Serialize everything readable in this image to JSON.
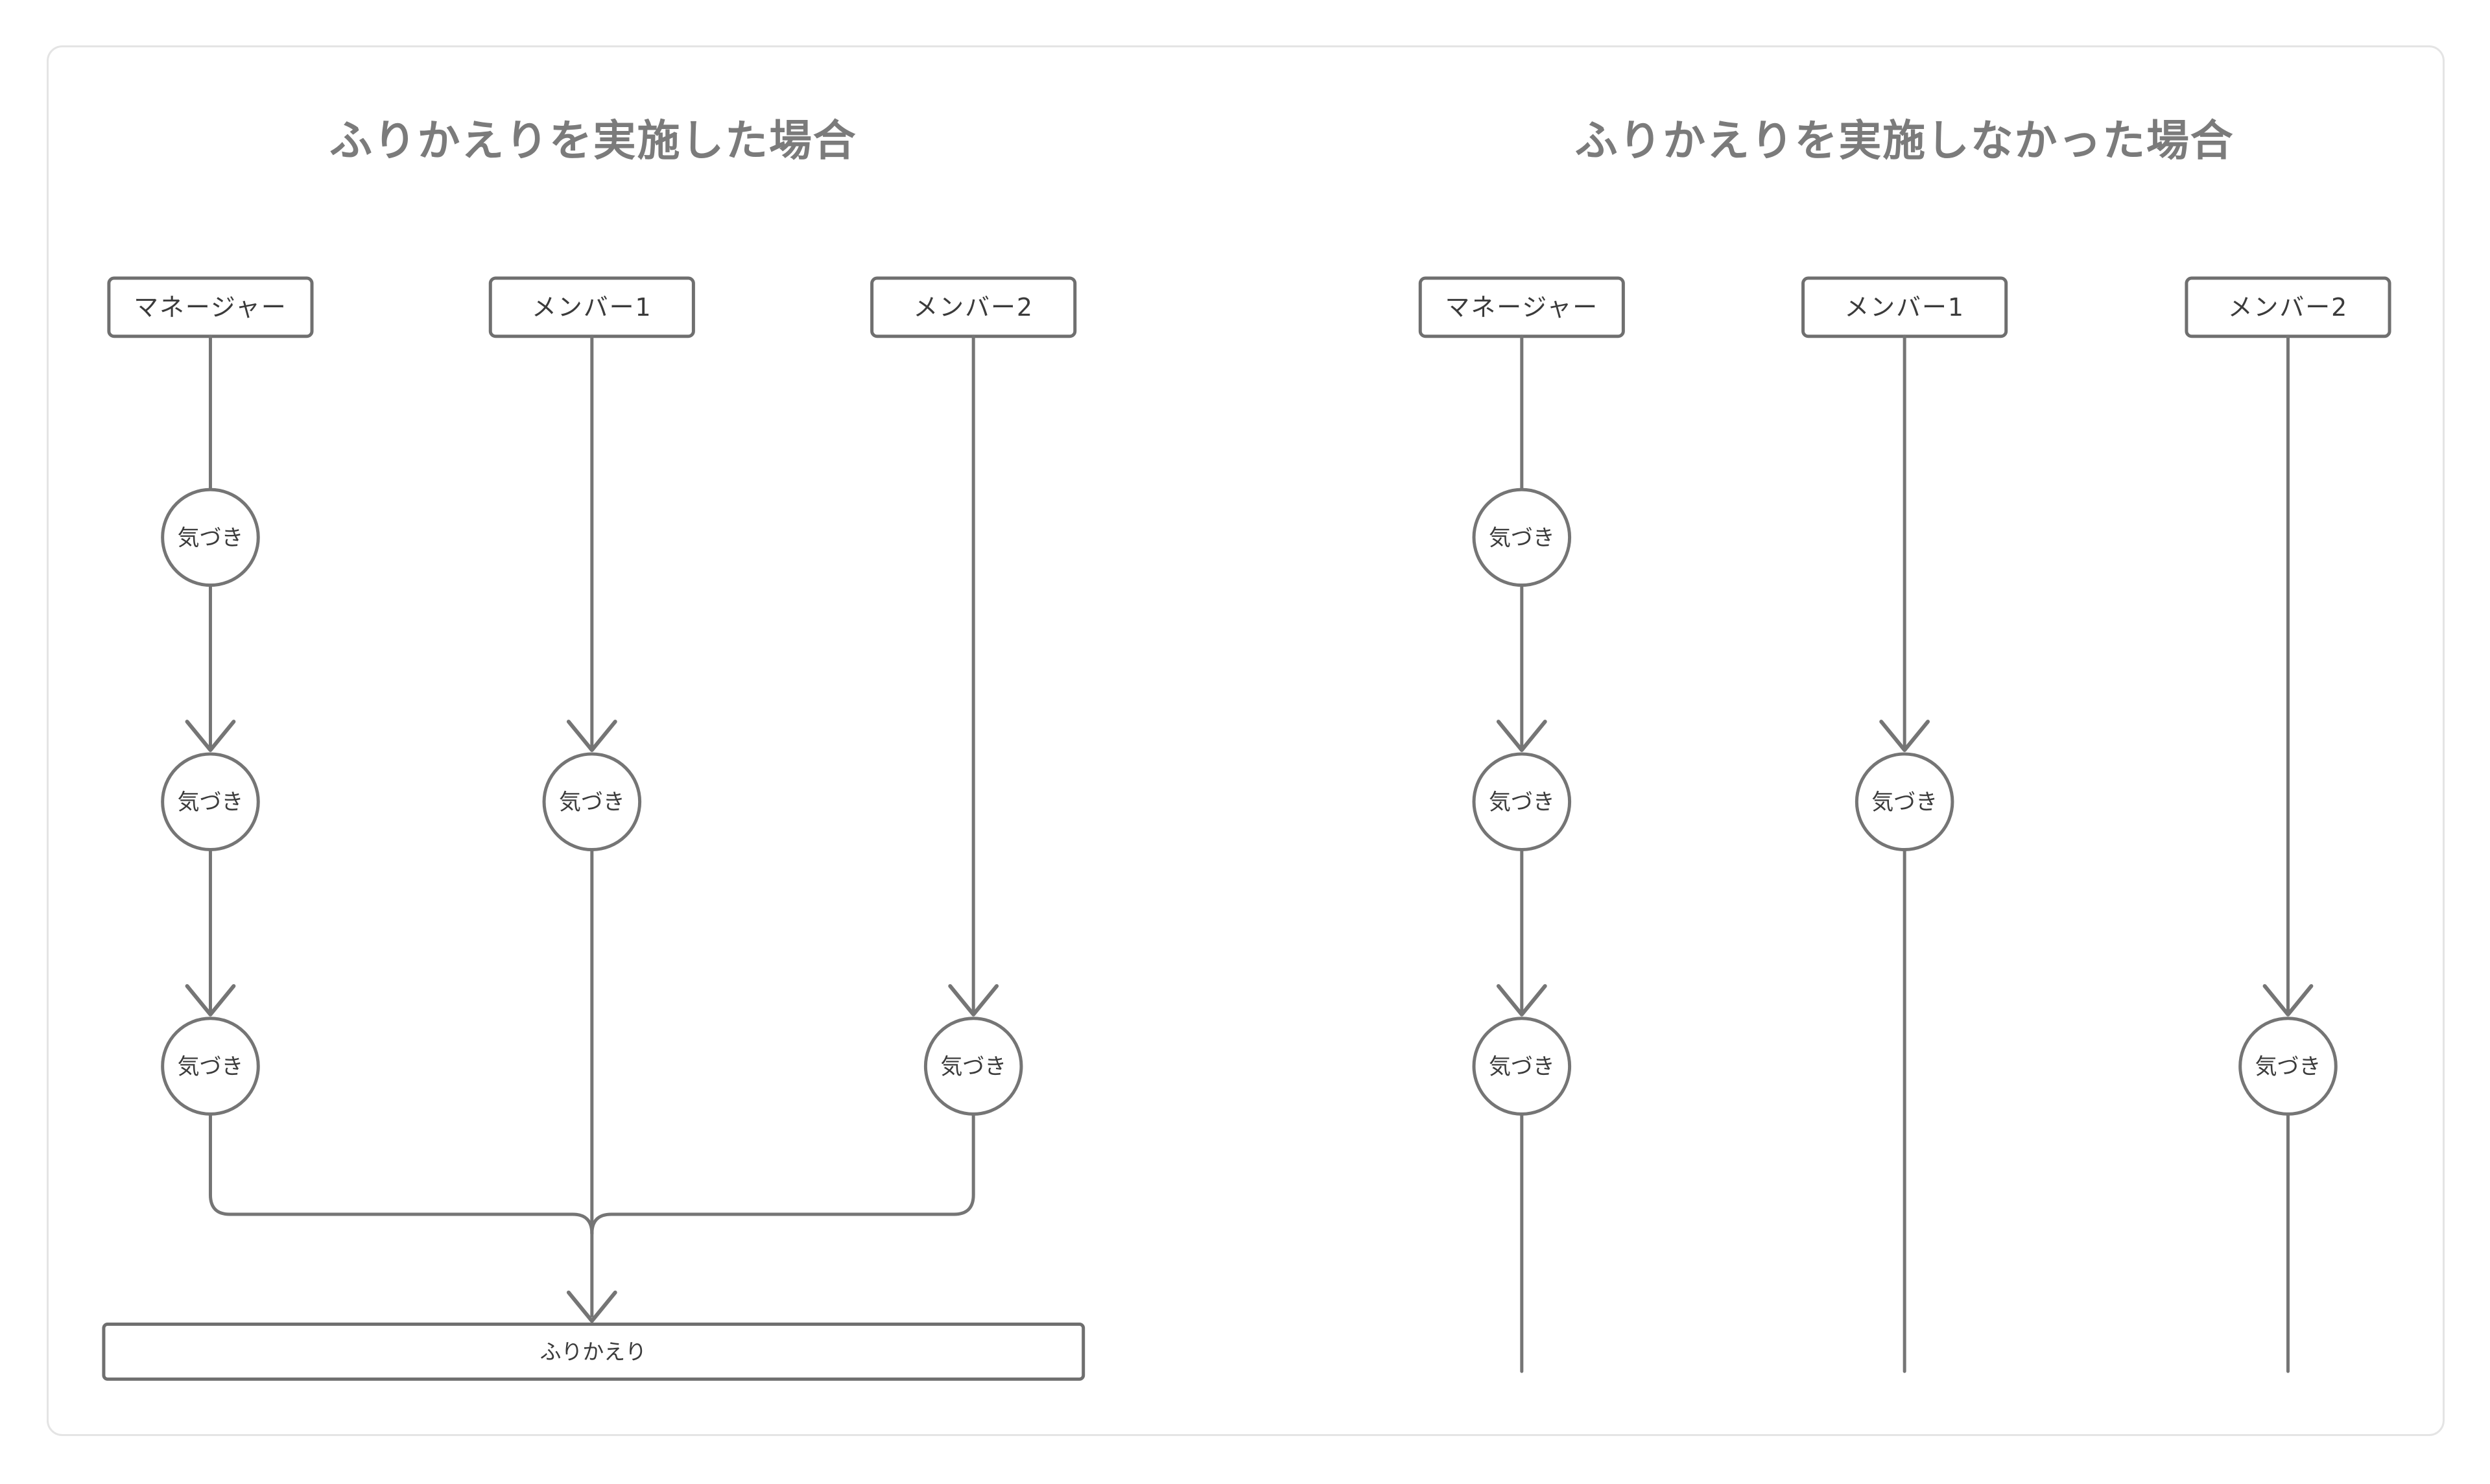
{
  "page": {
    "background": "#ffffff"
  },
  "colors": {
    "line": "#757575",
    "node_border": "#6f6f6f",
    "title_text": "#7b7b7b",
    "label_text": "#3b3b3b",
    "card_border": "#e4e4e4",
    "shape_fill": "#ffffff"
  },
  "left_diagram": {
    "title": "ふりかえりを実施した場合",
    "lanes": [
      {
        "label": "マネージャー"
      },
      {
        "label": "メンバー1"
      },
      {
        "label": "メンバー2"
      }
    ],
    "node_label": "気づき",
    "outcome_label": "ふりかえり"
  },
  "right_diagram": {
    "title": "ふりかえりを実施しなかった場合",
    "lanes": [
      {
        "label": "マネージャー"
      },
      {
        "label": "メンバー1"
      },
      {
        "label": "メンバー2"
      }
    ],
    "node_label": "気づき"
  }
}
